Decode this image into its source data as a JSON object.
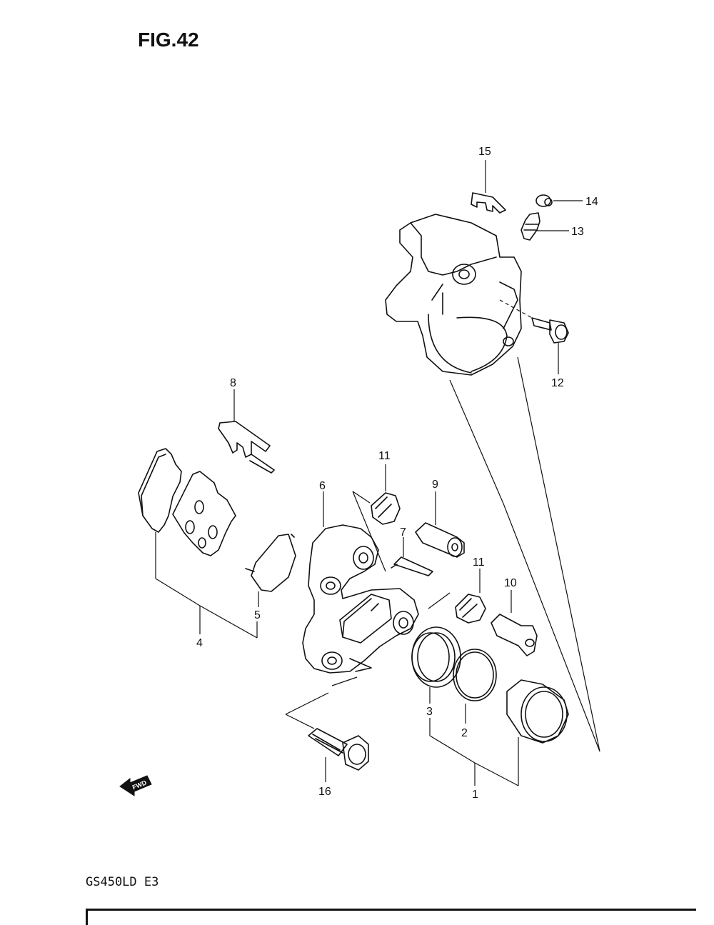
{
  "figure": {
    "title": "FIG.42",
    "model": "GS450LD E3"
  },
  "callouts": {
    "c1": "1",
    "c2": "2",
    "c3": "3",
    "c4": "4",
    "c5": "5",
    "c6": "6",
    "c7": "7",
    "c8": "8",
    "c9": "9",
    "c10": "10",
    "c11a": "11",
    "c11b": "11",
    "c12": "12",
    "c13": "13",
    "c14": "14",
    "c15": "15",
    "c16": "16"
  },
  "fwd_marker": {
    "text": "FWD",
    "icon": "fwd-arrow-icon"
  }
}
